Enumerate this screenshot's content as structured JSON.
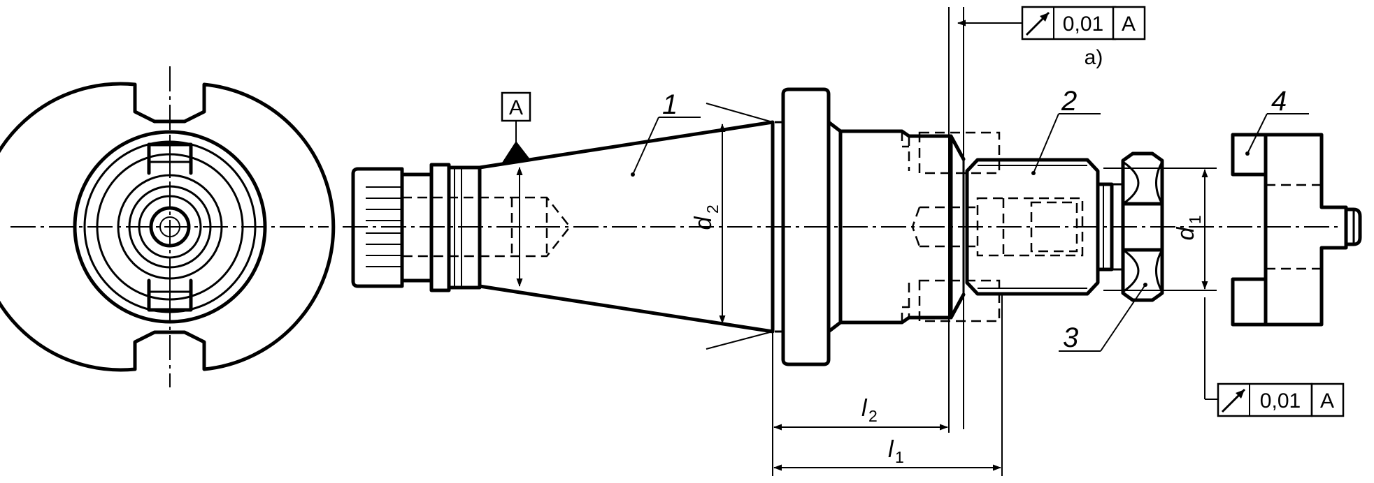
{
  "tolerance_frame_top": {
    "symbol": "circular-runout-arrow-icon",
    "value": "0,01",
    "datum": "A"
  },
  "tolerance_frame_bottom": {
    "symbol": "circular-runout-arrow-icon",
    "value": "0,01",
    "datum": "A"
  },
  "datum_label": "A",
  "footnote_ref": "a)",
  "item_numbers": [
    "1",
    "2",
    "3",
    "4"
  ],
  "dimensions": {
    "d2": {
      "symbol": "d",
      "sub": "2"
    },
    "d1": {
      "symbol": "d",
      "sub": "1"
    },
    "l2": {
      "symbol": "l",
      "sub": "2"
    },
    "l1": {
      "symbol": "l",
      "sub": "1"
    }
  }
}
